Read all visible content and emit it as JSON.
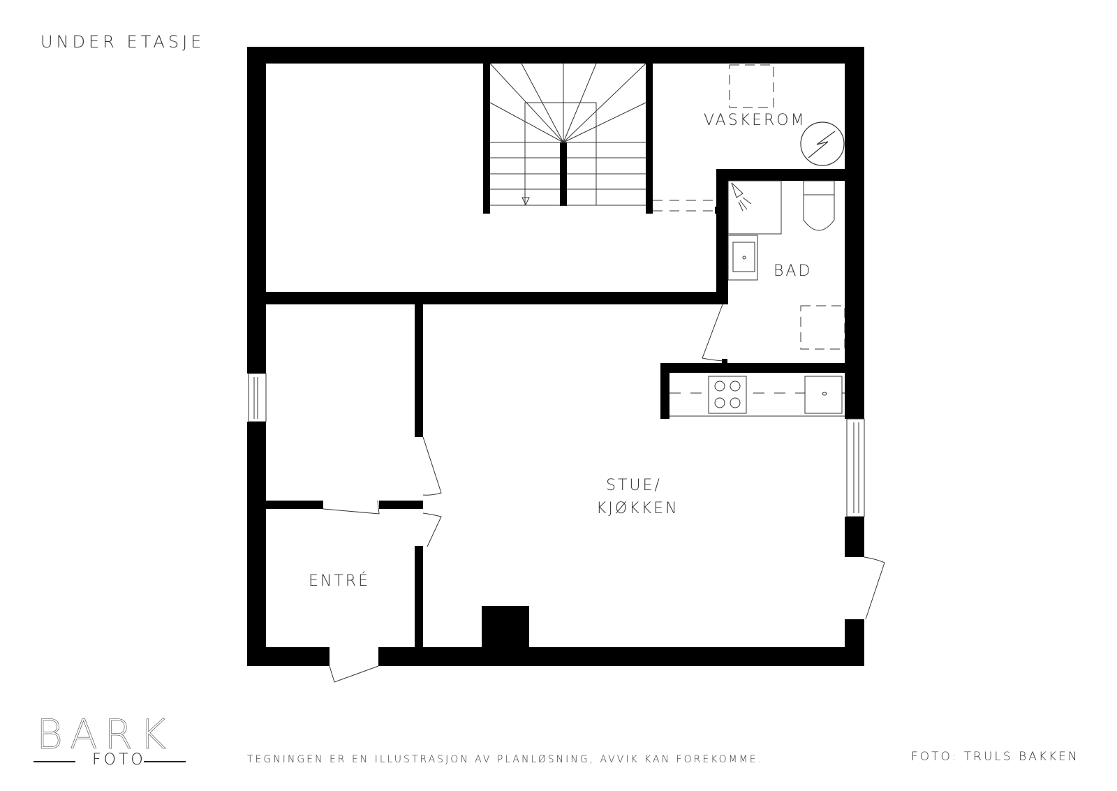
{
  "title": "UNDER ETASJE",
  "rooms": {
    "vaskerom": "VASKEROM",
    "bad": "BAD",
    "stue_line1": "STUE/",
    "stue_line2": "KJØKKEN",
    "entre": "ENTRÉ"
  },
  "footer": {
    "logo_main": "BARK",
    "logo_sub": "FOTO",
    "disclaimer": "TEGNINGEN ER EN ILLUSTRASJON AV PLANLØSNING, AVVIK KAN FOREKOMME.",
    "credit": "FOTO:  TRULS BAKKEN"
  },
  "colors": {
    "wall": "#000000",
    "line": "#333333",
    "background": "#ffffff"
  },
  "icons": {
    "stairs": "stair-icon",
    "heater": "water-heater-icon",
    "shower": "shower-icon",
    "toilet": "toilet-icon",
    "sink": "sink-icon",
    "stove": "stove-icon",
    "window": "window-icon",
    "door": "door-swing-icon"
  }
}
